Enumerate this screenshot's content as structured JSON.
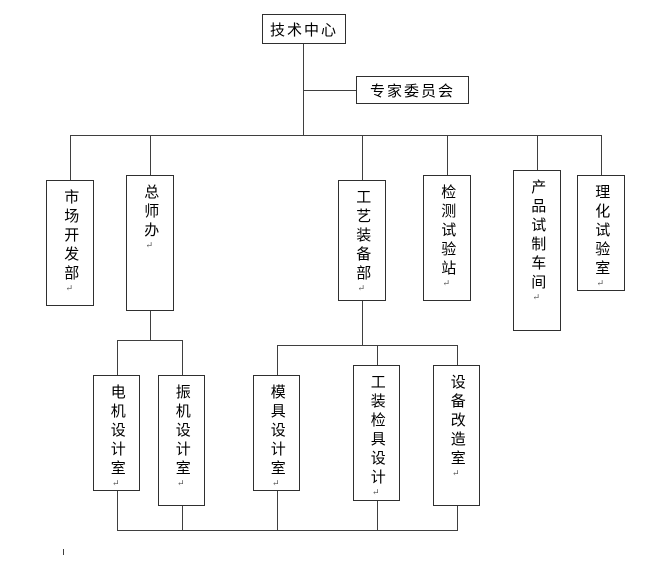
{
  "colors": {
    "background": "#ffffff",
    "box_border": "#2f2f2f",
    "line": "#3f3f3f",
    "text": "#000000"
  },
  "marks": {
    "return": "↵"
  },
  "nodes": {
    "root": {
      "label": "技术中心"
    },
    "committee": {
      "label": "专家委员会"
    },
    "level2": [
      {
        "label": "市场开发部"
      },
      {
        "label": "总师办"
      },
      {
        "label": "工艺装备部"
      },
      {
        "label": "检测试验站"
      },
      {
        "label": "产品试制车间"
      },
      {
        "label": "理化试验室"
      }
    ],
    "level3": [
      {
        "label": "电机设计室"
      },
      {
        "label": "振机设计室"
      },
      {
        "label": "模具设计室"
      },
      {
        "label": "工装检具设计"
      },
      {
        "label": "设备改造室"
      }
    ]
  }
}
